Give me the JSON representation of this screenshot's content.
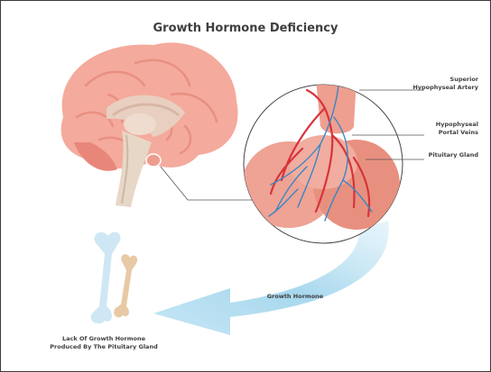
{
  "title": "Growth Hormone Deficiency",
  "labels": {
    "superior_artery": [
      "Superior",
      "Hypophyseal Artery"
    ],
    "portal_veins": [
      "Hypophyseal",
      "Portal Veins"
    ],
    "pituitary_gland": "Pituitary Gland",
    "growth_hormone": "Growth Hormone",
    "lack_of_gh": [
      "Lack Of Growth Hormone",
      "Produced By The Pituitary Gland"
    ]
  },
  "colors": {
    "brain": "#f4aa9c",
    "brain_inner": "#e89082",
    "gland": "#ec9d8e",
    "artery": "#d6343a",
    "vein": "#3b86c4",
    "arrow": "#bfe3f3",
    "bone_blue": "#cfe7f4",
    "bone_tan": "#e8c9a6",
    "text": "#3f3f3f"
  },
  "icons": [
    "brain-illustration",
    "pituitary-zoom-circle",
    "bone-normal-icon",
    "bone-short-icon",
    "growth-arrow"
  ]
}
